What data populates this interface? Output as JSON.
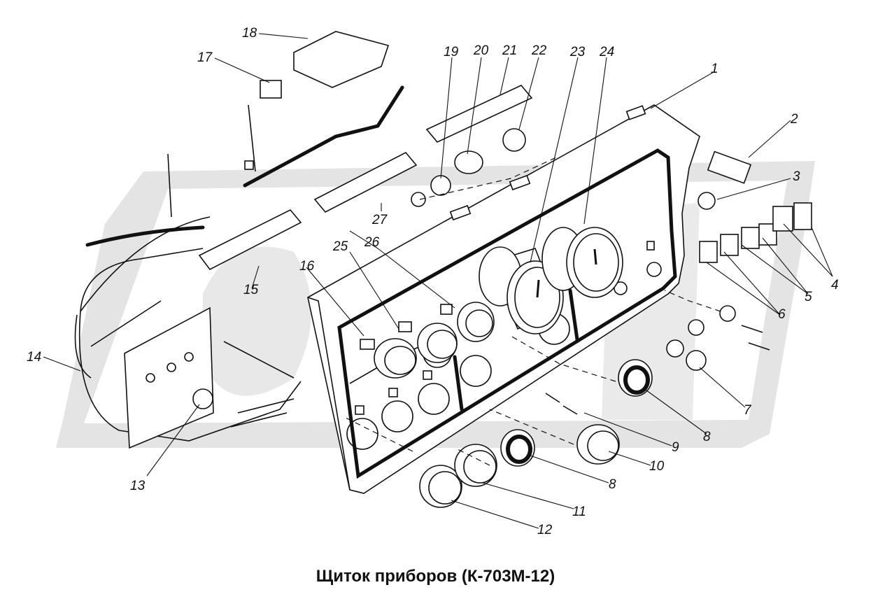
{
  "caption": "Щиток приборов (К-703М-12)",
  "labels": {
    "n1": "1",
    "n2": "2",
    "n3": "3",
    "n4": "4",
    "n5": "5",
    "n6": "6",
    "n7": "7",
    "n8a": "8",
    "n8b": "8",
    "n9": "9",
    "n10": "10",
    "n11": "11",
    "n12": "12",
    "n13": "13",
    "n14": "14",
    "n15": "15",
    "n16": "16",
    "n17": "17",
    "n18": "18",
    "n19": "19",
    "n20": "20",
    "n21": "21",
    "n22": "22",
    "n23": "23",
    "n24": "24",
    "n25": "25",
    "n26": "26",
    "n27": "27"
  },
  "colors": {
    "line": "#111111",
    "watermark": "#d9d9d9",
    "background": "#ffffff"
  }
}
